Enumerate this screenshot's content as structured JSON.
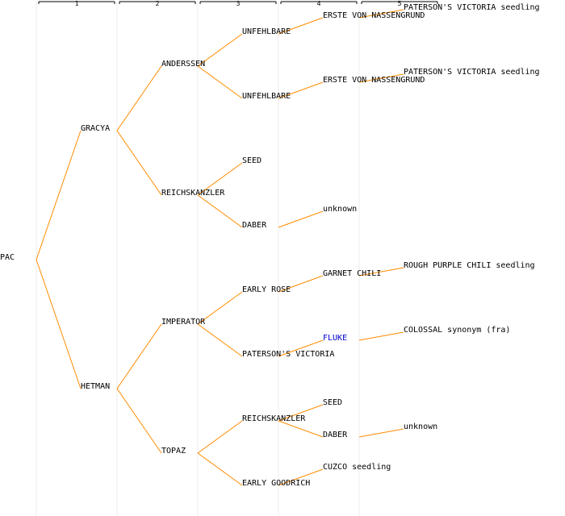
{
  "colors": {
    "edge": "#ff8c00",
    "column_line": "#eeeeee",
    "ruler": "#000000",
    "text": "#000000",
    "highlight": "#0000cc"
  },
  "generations": [
    "1",
    "2",
    "3",
    "4",
    "5"
  ],
  "tree": {
    "label": "PAC",
    "children": [
      {
        "label": "GRACYA",
        "children": [
          {
            "label": "ANDERSSEN",
            "children": [
              {
                "label": "UNFEHLBARE",
                "children": [
                  {
                    "label": "ERSTE VON NASSENGRUND",
                    "children": [
                      {
                        "label": "PATERSON'S VICTORIA seedling",
                        "children": []
                      }
                    ]
                  }
                ]
              },
              {
                "label": "UNFEHLBARE",
                "children": [
                  {
                    "label": "ERSTE VON NASSENGRUND",
                    "children": [
                      {
                        "label": "PATERSON'S VICTORIA seedling",
                        "children": []
                      }
                    ]
                  }
                ]
              }
            ]
          },
          {
            "label": "REICHSKANZLER",
            "children": [
              {
                "label": "SEED",
                "children": []
              },
              {
                "label": "DABER",
                "children": [
                  {
                    "label": "unknown",
                    "children": []
                  }
                ]
              }
            ]
          }
        ]
      },
      {
        "label": "HETMAN",
        "children": [
          {
            "label": "IMPERATOR",
            "children": [
              {
                "label": "EARLY ROSE",
                "children": [
                  {
                    "label": "GARNET CHILI",
                    "children": [
                      {
                        "label": "ROUGH PURPLE CHILI seedling",
                        "children": []
                      }
                    ]
                  }
                ]
              },
              {
                "label": "PATERSON'S VICTORIA",
                "children": [
                  {
                    "label": "FLUKE",
                    "highlight": true,
                    "children": [
                      {
                        "label": "COLOSSAL synonym (fra)",
                        "children": []
                      }
                    ]
                  }
                ]
              }
            ]
          },
          {
            "label": "TOPAZ",
            "children": [
              {
                "label": "REICHSKANZLER",
                "children": [
                  {
                    "label": "SEED",
                    "children": []
                  },
                  {
                    "label": "DABER",
                    "children": [
                      {
                        "label": "unknown",
                        "children": []
                      }
                    ]
                  }
                ]
              },
              {
                "label": "EARLY GOODRICH",
                "children": [
                  {
                    "label": "CUZCO seedling",
                    "children": []
                  }
                ]
              }
            ]
          }
        ]
      }
    ]
  }
}
